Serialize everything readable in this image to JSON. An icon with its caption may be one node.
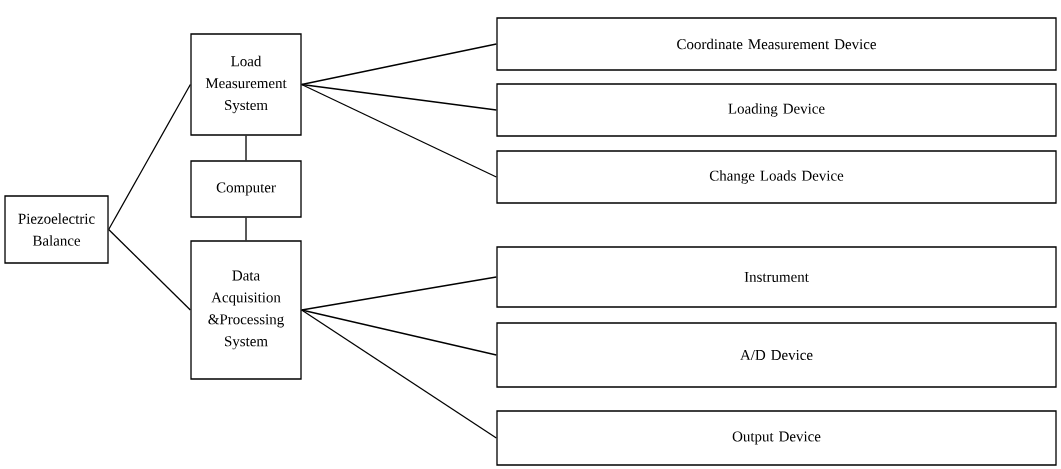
{
  "diagram": {
    "nodes": [
      {
        "text": [
          "Piezoelectric Balance"
        ]
      },
      {
        "text": [
          "Load Measurement System"
        ]
      },
      {
        "text": [
          "Computer"
        ]
      },
      {
        "text": [
          "Data Acquisition &Processing System"
        ]
      },
      {
        "text": [
          "Coordinate Measurement Device"
        ]
      },
      {
        "text": [
          "Loading Device"
        ]
      },
      {
        "text": [
          "Change Loads Device"
        ]
      },
      {
        "text": [
          "Instrument"
        ]
      },
      {
        "text": [
          "A/D Device"
        ]
      },
      {
        "text": [
          "Output Device"
        ]
      }
    ],
    "edges": [
      {
        "from": 0,
        "to": 1,
        "arrow": "none"
      },
      {
        "from": 0,
        "to": 3,
        "arrow": "none"
      },
      {
        "from": 1,
        "to": 2,
        "arrow": "none"
      },
      {
        "from": 2,
        "to": 3,
        "arrow": "none"
      },
      {
        "from": 1,
        "to": 4,
        "arrow": "none"
      },
      {
        "from": 1,
        "to": 5,
        "arrow": "none"
      },
      {
        "from": 1,
        "to": 6,
        "arrow": "none"
      },
      {
        "from": 3,
        "to": 7,
        "arrow": "none"
      },
      {
        "from": 3,
        "to": 8,
        "arrow": "none"
      },
      {
        "from": 3,
        "to": 9,
        "arrow": "none"
      }
    ]
  }
}
